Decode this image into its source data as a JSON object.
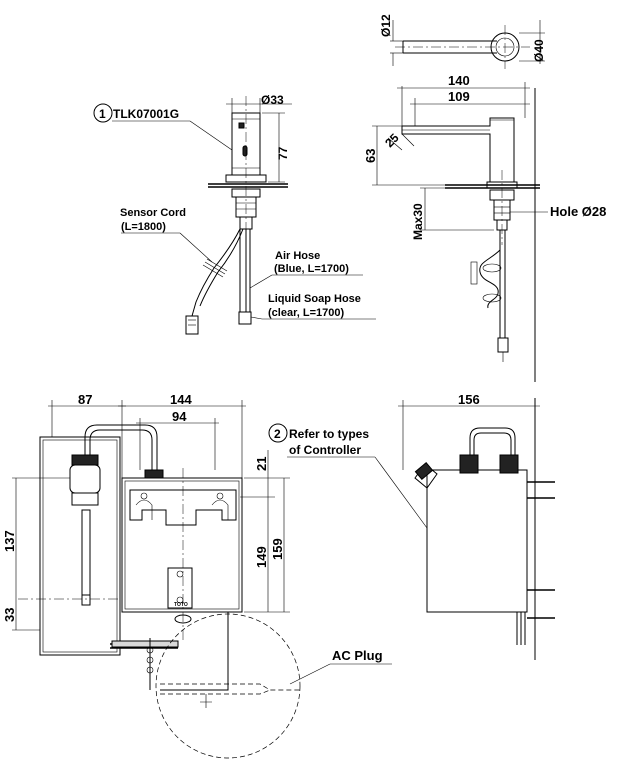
{
  "callouts": {
    "faucet": {
      "number": "1",
      "label": "TLK07001G"
    },
    "controller": {
      "number": "2",
      "line1": "Refer to types",
      "line2": "of Controller"
    }
  },
  "labels": {
    "sensor_cord": "Sensor Cord",
    "sensor_cord_len": "(L=1800)",
    "air_hose": "Air Hose",
    "air_hose_spec": "(Blue, L=1700)",
    "soap_hose": "Liquid Soap Hose",
    "soap_hose_spec": "(clear, L=1700)",
    "hole": "Hole Ø28",
    "ac_plug": "AC Plug",
    "maker_mark": "TOTO"
  },
  "dimensions": {
    "d12": "Ø12",
    "d40": "Ø40",
    "d33": "Ø33",
    "h77": "77",
    "w140": "140",
    "w109": "109",
    "h63": "63",
    "a25": "25",
    "max30": "Max30",
    "w87": "87",
    "w144": "144",
    "w94": "94",
    "h21": "21",
    "h137": "137",
    "h33": "33",
    "h149": "149",
    "h159": "159",
    "w156": "156"
  }
}
